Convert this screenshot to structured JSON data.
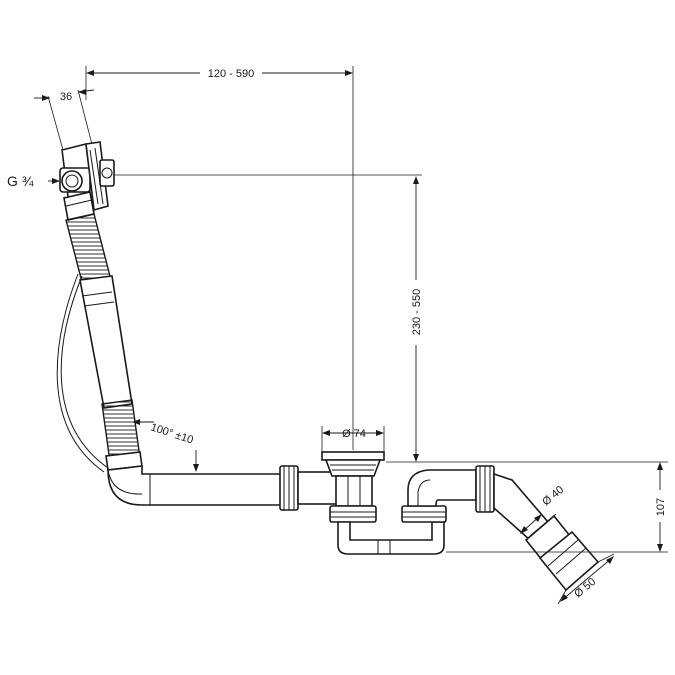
{
  "dimensions": {
    "horizontal_reach": "120 - 590",
    "overflow_offset": "36",
    "connection_thread": "G ¾",
    "vertical_drop": "230 - 550",
    "drain_diameter": "Ø 74",
    "angle": "100° ±10",
    "trap_height": "107",
    "outlet_inner_diameter": "Ø 40",
    "outlet_outer_diameter": "Ø 50"
  },
  "colors": {
    "line": "#1a1a1a",
    "background": "#ffffff"
  }
}
